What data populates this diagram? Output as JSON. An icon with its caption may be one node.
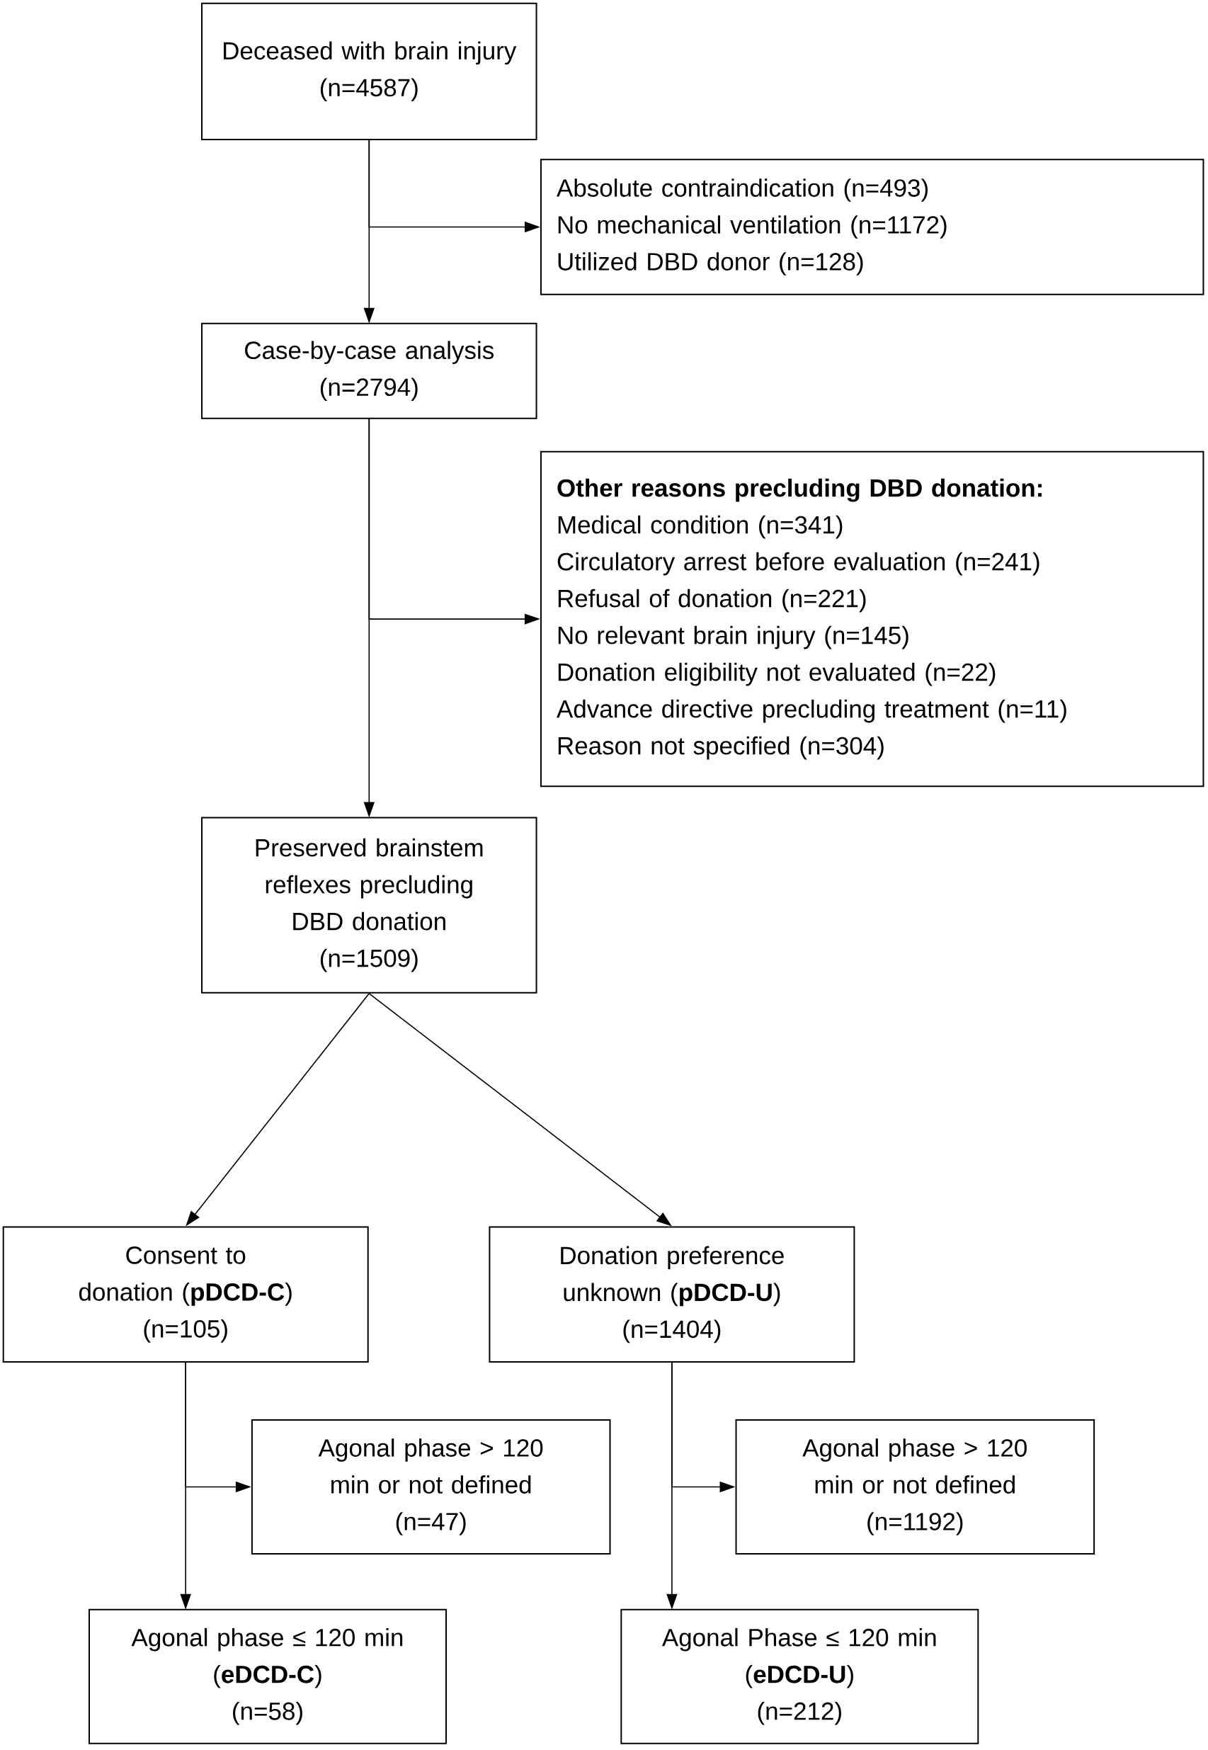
{
  "diagram": {
    "nodes": [
      {
        "text": [
          "Deceased with brain injury",
          "(n=4587)"
        ]
      },
      {
        "text": [
          "Absolute contraindication (n=493)",
          "No mechanical ventilation (n=1172)",
          "Utilized DBD donor (n=128)"
        ]
      },
      {
        "text": [
          "Case-by-case analysis",
          "(n=2794)"
        ]
      },
      {
        "text": [
          "Other reasons precluding DBD donation:",
          "Medical condition (n=341)",
          "Circulatory arrest before evaluation (n=241)",
          "Refusal of donation (n=221)",
          "No relevant brain injury (n=145)",
          "Donation eligibility not evaluated (n=22)",
          "Advance directive precluding treatment (n=11)",
          "Reason not specified (n=304)"
        ]
      },
      {
        "text": [
          "Preserved brainstem reflexes precluding DBD donation",
          "(n=1509)"
        ]
      },
      {
        "text": [
          "Consent to donation (**pDCD-C**)",
          "(n=105)"
        ]
      },
      {
        "text": [
          "Donation preference unknown (**pDCD-U**)",
          "(n=1404)"
        ]
      },
      {
        "text": [
          "Agonal phase > 120 min or not defined",
          "(n=47)"
        ]
      },
      {
        "text": [
          "Agonal phase > 120 min or not defined",
          "(n=1192)"
        ]
      },
      {
        "text": [
          "Agonal phase ≤ 120 min",
          "(**eDCD-C**)",
          "(n=58)"
        ]
      },
      {
        "text": [
          "Agonal Phase ≤ 120 min",
          "(**eDCD-U**)",
          "(n=212)"
        ]
      }
    ],
    "edges": [
      {
        "from": 0,
        "to": 1,
        "arrow": "to"
      },
      {
        "from": 0,
        "to": 2,
        "arrow": "to"
      },
      {
        "from": 2,
        "to": 3,
        "arrow": "to"
      },
      {
        "from": 2,
        "to": 4,
        "arrow": "to"
      },
      {
        "from": 4,
        "to": 5,
        "arrow": "to"
      },
      {
        "from": 4,
        "to": 6,
        "arrow": "to"
      },
      {
        "from": 5,
        "to": 7,
        "arrow": "to"
      },
      {
        "from": 5,
        "to": 9,
        "arrow": "to"
      },
      {
        "from": 6,
        "to": 8,
        "arrow": "to"
      },
      {
        "from": 6,
        "to": 10,
        "arrow": "to"
      }
    ]
  }
}
